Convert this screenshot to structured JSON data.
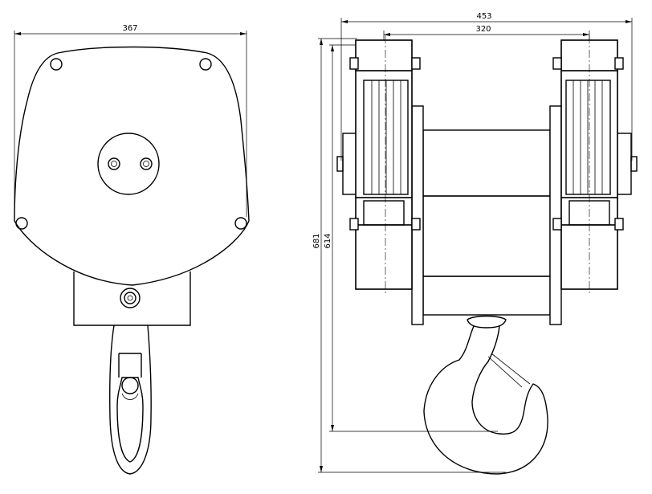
{
  "dimensions": {
    "front_width": "367",
    "side_total_width": "453",
    "side_inner_width": "320",
    "height_total": "681",
    "height_hook": "614"
  }
}
